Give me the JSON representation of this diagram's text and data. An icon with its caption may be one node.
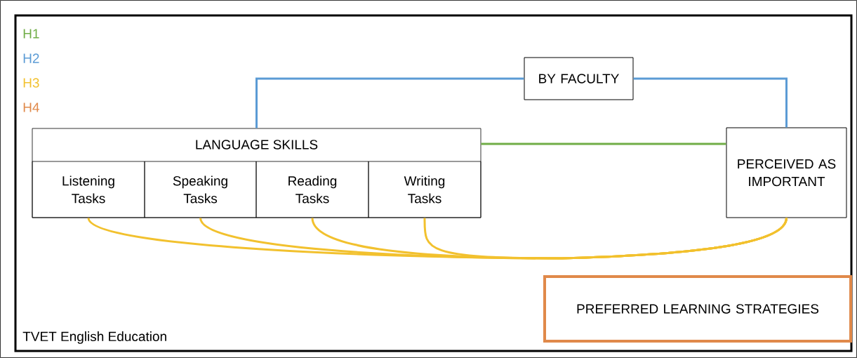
{
  "diagram": {
    "nodes": [
      {
        "text": [
          "TVET English Education"
        ]
      },
      {
        "text": [
          "LANGUAGE SKILLS"
        ],
        "in": 0
      },
      {
        "text": [
          "Listening Tasks"
        ],
        "in": 1
      },
      {
        "text": [
          "Speaking Tasks"
        ],
        "in": 1
      },
      {
        "text": [
          "Reading Tasks"
        ],
        "in": 1
      },
      {
        "text": [
          "Writing Tasks"
        ],
        "in": 1
      },
      {
        "text": [
          "BY FACULTY"
        ],
        "in": 0
      },
      {
        "text": [
          "PERCEIVED AS IMPORTANT"
        ],
        "in": 0
      },
      {
        "text": [
          "PREFERRED LEARNING STRATEGIES"
        ],
        "in": 0
      }
    ],
    "edges": [
      {
        "from": 1,
        "to": 6,
        "arrow": "none",
        "color": "#5b9bd5"
      },
      {
        "from": 6,
        "to": 7,
        "arrow": "none",
        "color": "#5b9bd5"
      },
      {
        "from": 1,
        "to": 7,
        "arrow": "none",
        "color": "#70ad47"
      },
      {
        "from": 2,
        "to": 7,
        "arrow": "none",
        "color": "#f2c12e"
      },
      {
        "from": 3,
        "to": 7,
        "arrow": "none",
        "color": "#f2c12e"
      },
      {
        "from": 4,
        "to": 7,
        "arrow": "none",
        "color": "#f2c12e"
      },
      {
        "from": 5,
        "to": 7,
        "arrow": "none",
        "color": "#f2c12e"
      }
    ],
    "legend": [
      {
        "text": "H1",
        "color": "#70ad47"
      },
      {
        "text": "H2",
        "color": "#5b9bd5"
      },
      {
        "text": "H3",
        "color": "#f2c12e"
      },
      {
        "text": "H4",
        "color": "#e0894a"
      }
    ]
  }
}
